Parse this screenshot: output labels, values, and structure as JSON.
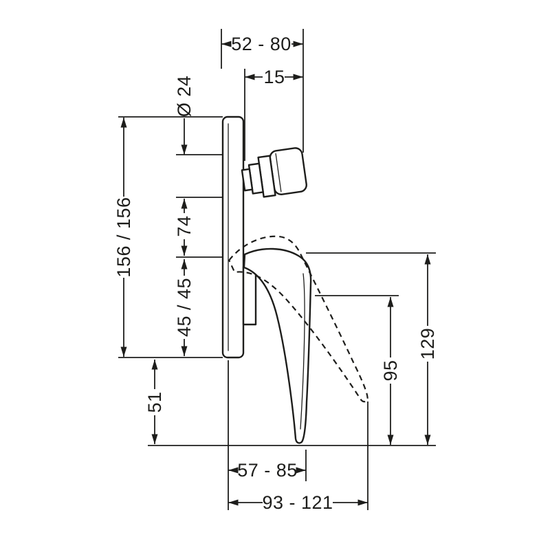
{
  "diagram": {
    "type": "technical-dimension-drawing",
    "subject": "concealed single-lever bath/shower mixer, side elevation",
    "line_color": "#1d1d1b",
    "background_color": "#ffffff",
    "dimensions": {
      "width_top": "52 - 80",
      "spindle_protrusion": "15",
      "spindle_diameter": "Ø 24",
      "plate_height": "156 / 156",
      "spindle_to_handle": "74",
      "handle_offset": "45 / 45",
      "below_plate": "51",
      "reach_open": "95",
      "reach_total": "129",
      "protrusion_closed": "57 - 85",
      "protrusion_open": "93 - 121"
    }
  }
}
